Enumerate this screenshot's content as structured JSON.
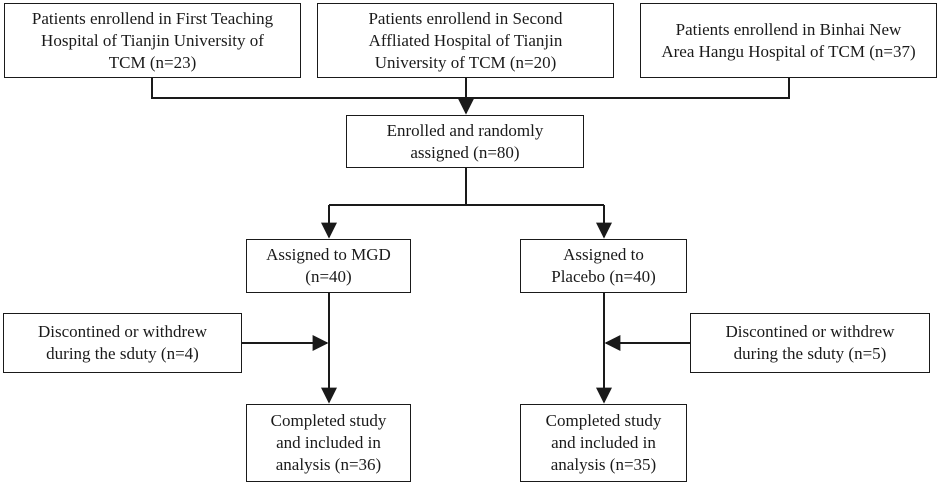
{
  "sites": [
    {
      "text": "Patients enrollend in First Teaching\nHospital of Tianjin University of\nTCM (n=23)"
    },
    {
      "text": "Patients enrollend in Second\nAffliated Hospital of Tianjin\nUniversity of TCM (n=20)"
    },
    {
      "text": "Patients enrollend in Binhai New\nArea Hangu Hospital of TCM (n=37)"
    }
  ],
  "enrolled": {
    "text": "Enrolled and randomly\nassigned (n=80)"
  },
  "arms": [
    {
      "assigned": "Assigned to MGD\n(n=40)",
      "withdrew": "Discontined or withdrew\nduring the sduty (n=4)",
      "completed": "Completed study\nand included in\nanalysis (n=36)"
    },
    {
      "assigned": "Assigned to\nPlacebo (n=40)",
      "withdrew": "Discontined or withdrew\nduring the sduty (n=5)",
      "completed": "Completed study\nand included in\nanalysis (n=35)"
    }
  ],
  "colors": {
    "line": "#1a1a1a",
    "background": "#ffffff"
  }
}
